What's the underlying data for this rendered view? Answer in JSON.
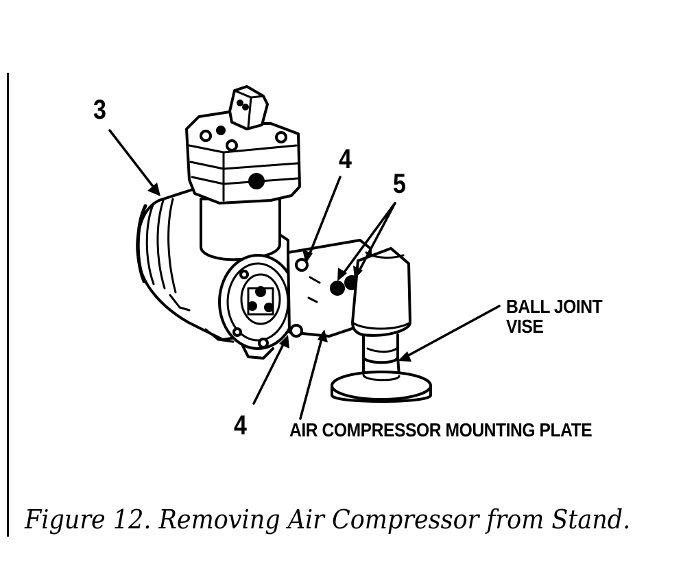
{
  "callouts": {
    "c3": "3",
    "c4_top": "4",
    "c5": "5",
    "c4_bottom": "4"
  },
  "labels": {
    "ball_joint_vise_line1": "BALL JOINT",
    "ball_joint_vise_line2": "VISE",
    "mounting_plate": "AIR COMPRESSOR MOUNTING PLATE"
  },
  "caption": "Figure 12. Removing Air Compressor from Stand."
}
